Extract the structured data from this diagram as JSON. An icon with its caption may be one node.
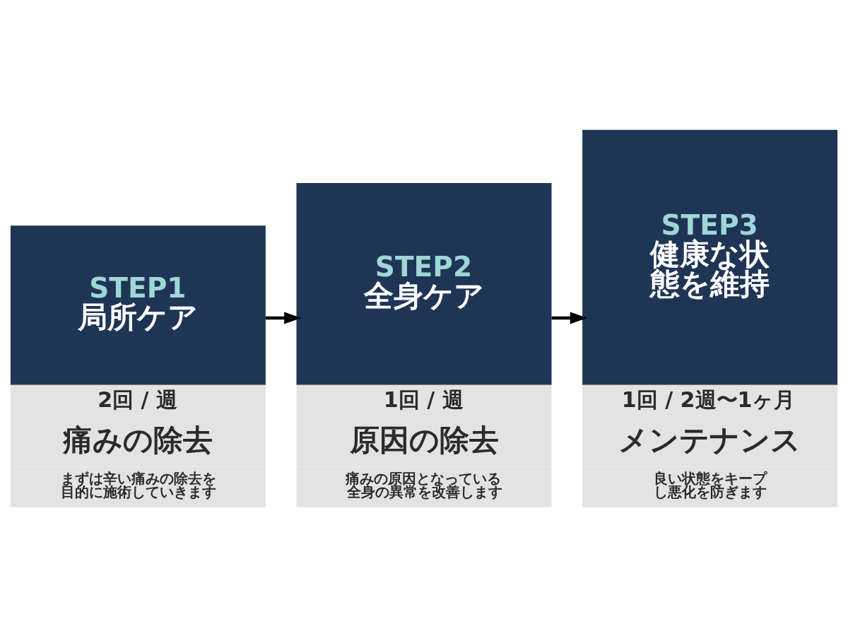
{
  "diagram": {
    "nodes": [
      {
        "text": [
          "STEP1",
          "局所ケア"
        ],
        "beside": [
          "2回 / 週",
          "痛みの除去",
          "まずは辛い痛みの除去を目的に施術していきます"
        ]
      },
      {
        "text": [
          "STEP2",
          "全身ケア"
        ],
        "beside": [
          "1回 / 週",
          "原因の除去",
          "痛みの原因となっている全身の異常を改善します"
        ]
      },
      {
        "text": [
          "STEP3",
          "健康な状態を維持"
        ],
        "beside": [
          "1回 / 2週〜1ヶ月",
          "メンテナンス",
          "良い状態をキープし悪化を防ぎます"
        ]
      }
    ],
    "edges": [
      {
        "from": 0,
        "to": 1,
        "arrow": "to"
      },
      {
        "from": 1,
        "to": 2,
        "arrow": "to"
      }
    ]
  }
}
